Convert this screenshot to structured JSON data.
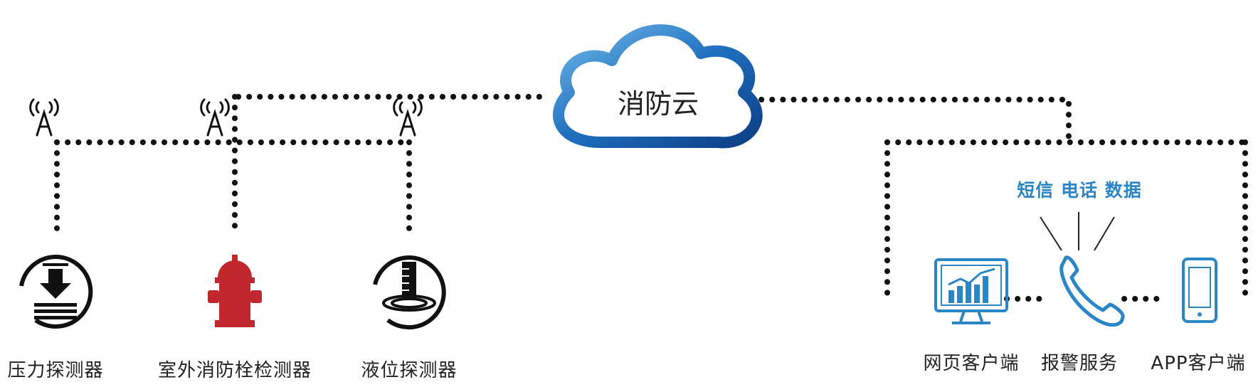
{
  "cloud": {
    "label": "消防云"
  },
  "sensors": [
    {
      "label": "压力探测器"
    },
    {
      "label": "室外消防栓检测器"
    },
    {
      "label": "液位探测器"
    }
  ],
  "alert_channels": "短信 电话 数据",
  "clients": [
    {
      "label": "网页客户端"
    },
    {
      "label": "报警服务"
    },
    {
      "label": "APP客户端"
    }
  ],
  "colors": {
    "dots": "#111111",
    "cloud_stroke": "#1a5ea8",
    "accent_blue": "#2b86c5",
    "hydrant_red": "#c0282d"
  },
  "icons": [
    "antenna-icon",
    "pressure-detector-icon",
    "fire-hydrant-icon",
    "level-detector-icon",
    "monitor-chart-icon",
    "phone-icon",
    "mobile-phone-icon"
  ]
}
